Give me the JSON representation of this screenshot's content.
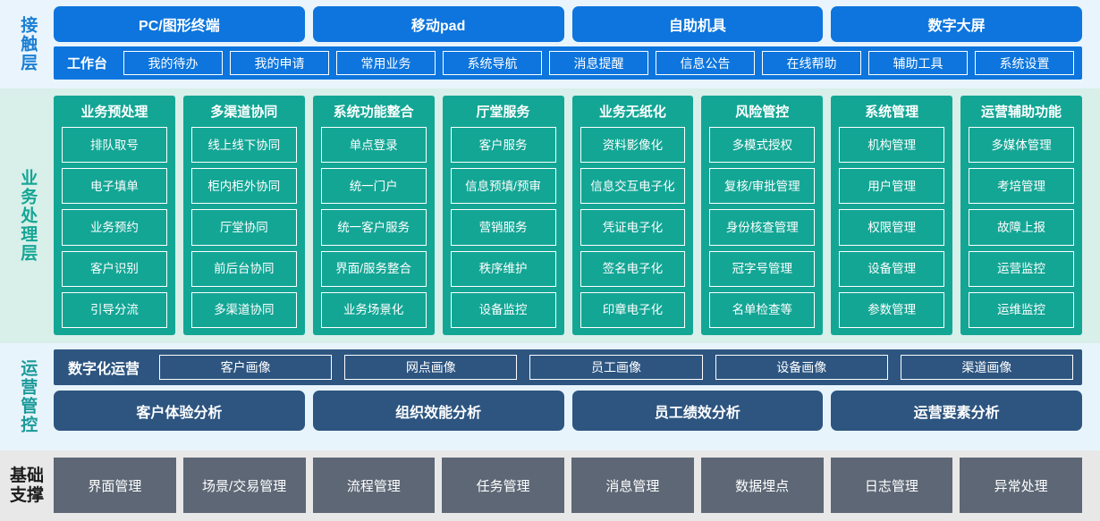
{
  "layers": {
    "contact": {
      "label": "接触层",
      "accent": "#0d75dd",
      "channels": [
        "PC/图形终端",
        "移动pad",
        "自助机具",
        "数字大屏"
      ],
      "workbench_title": "工作台",
      "workbench_items": [
        "我的待办",
        "我的申请",
        "常用业务",
        "系统导航",
        "消息提醒",
        "信息公告",
        "在线帮助",
        "辅助工具",
        "系统设置"
      ]
    },
    "business": {
      "label": "业务处理层",
      "accent": "#13a695",
      "columns": [
        {
          "title": "业务预处理",
          "items": [
            "排队取号",
            "电子填单",
            "业务预约",
            "客户识别",
            "引导分流"
          ]
        },
        {
          "title": "多渠道协同",
          "items": [
            "线上线下协同",
            "柜内柜外协同",
            "厅堂协同",
            "前后台协同",
            "多渠道协同"
          ]
        },
        {
          "title": "系统功能整合",
          "items": [
            "单点登录",
            "统一门户",
            "统一客户服务",
            "界面/服务整合",
            "业务场景化"
          ]
        },
        {
          "title": "厅堂服务",
          "items": [
            "客户服务",
            "信息预填/\n预审",
            "营销服务",
            "秩序维护",
            "设备监控"
          ]
        },
        {
          "title": "业务无纸化",
          "items": [
            "资料影像化",
            "信息交互电子化",
            "凭证电子化",
            "签名电子化",
            "印章电子化"
          ]
        },
        {
          "title": "风险管控",
          "items": [
            "多模式授权",
            "复核/审批管理",
            "身份核查管理",
            "冠字号管理",
            "名单检查等"
          ]
        },
        {
          "title": "系统管理",
          "items": [
            "机构管理",
            "用户管理",
            "权限管理",
            "设备管理",
            "参数管理"
          ]
        },
        {
          "title": "运营辅助功能",
          "items": [
            "多媒体管理",
            "考培管理",
            "故障上报",
            "运营监控",
            "运维监控"
          ]
        }
      ]
    },
    "operations": {
      "label": "运营管控",
      "accent": "#2d5580",
      "portrait_title": "数字化运营",
      "portraits": [
        "客户画像",
        "网点画像",
        "员工画像",
        "设备画像",
        "渠道画像"
      ],
      "analysis": [
        "客户体验分析",
        "组织效能分析",
        "员工绩效分析",
        "运营要素分析"
      ]
    },
    "foundation": {
      "label": "基础支撑",
      "accent": "#5d6775",
      "items": [
        "界面管理",
        "场景/交易管理",
        "流程管理",
        "任务管理",
        "消息管理",
        "数据埋点",
        "日志管理",
        "异常处理"
      ]
    }
  }
}
